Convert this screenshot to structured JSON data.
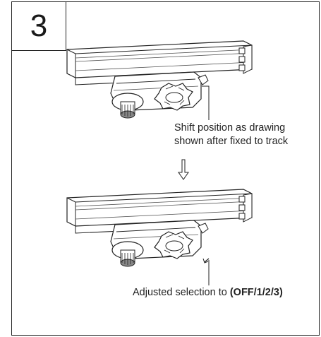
{
  "step_number": "3",
  "captions": {
    "top_line1": "Shift position as drawing",
    "top_line2": "shown after fixed to track",
    "bottom_prefix": "Adjusted selection to ",
    "bottom_bold": "(OFF/1/2/3)"
  },
  "icons": {
    "down_arrow": "down-arrow-icon",
    "rotate_arrow": "rotate-arrow-icon"
  },
  "colors": {
    "line": "#222222",
    "background": "#ffffff"
  }
}
